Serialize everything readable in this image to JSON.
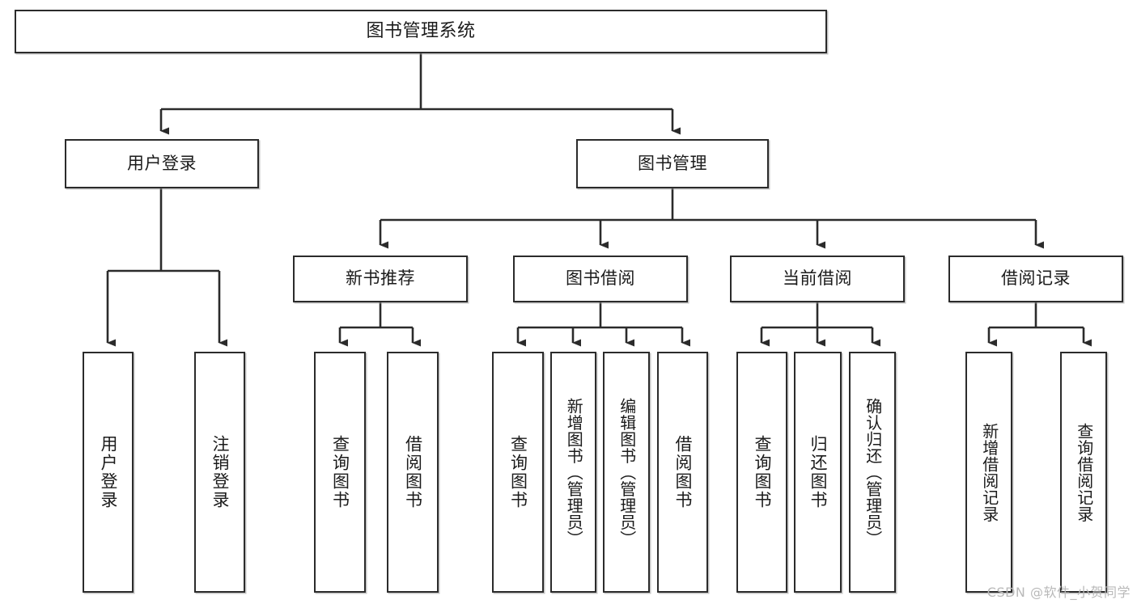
{
  "diagram": {
    "title": "图书管理系统",
    "type": "hierarchy-tree",
    "watermark": "CSDN @软件_小贺同学",
    "edge_color": "#2b2b2b",
    "box_border_color": "#2b2b2b",
    "box_fill_color": "#ffffff",
    "text_color": "#1b1b1b",
    "watermark_color": "#b9b9b9"
  },
  "nodes": {
    "root": {
      "label": "图书管理系统",
      "level": 1,
      "orientation": "horizontal"
    },
    "level2": [
      {
        "label": "用户登录",
        "orientation": "horizontal"
      },
      {
        "label": "图书管理",
        "orientation": "horizontal"
      }
    ],
    "level3": [
      {
        "label": "新书推荐",
        "orientation": "horizontal"
      },
      {
        "label": "图书借阅",
        "orientation": "horizontal"
      },
      {
        "label": "当前借阅",
        "orientation": "horizontal"
      },
      {
        "label": "借阅记录",
        "orientation": "horizontal"
      }
    ],
    "leaves": {
      "user_login": [
        {
          "label": "用户登录",
          "orientation": "vertical"
        },
        {
          "label": "注销登录",
          "orientation": "vertical"
        }
      ],
      "new_book_recommend": [
        {
          "label": "查询图书",
          "orientation": "vertical"
        },
        {
          "label": "借阅图书",
          "orientation": "vertical"
        }
      ],
      "book_borrow": [
        {
          "label": "查询图书",
          "orientation": "vertical"
        },
        {
          "label": "新增图书（管理员）",
          "orientation": "vertical"
        },
        {
          "label": "编辑图书（管理员）",
          "orientation": "vertical"
        },
        {
          "label": "借阅图书",
          "orientation": "vertical"
        }
      ],
      "current_borrow": [
        {
          "label": "查询图书",
          "orientation": "vertical"
        },
        {
          "label": "归还图书",
          "orientation": "vertical"
        },
        {
          "label": "确认归还（管理员）",
          "orientation": "vertical"
        }
      ],
      "borrow_record": [
        {
          "label": "新增借阅记录",
          "orientation": "vertical"
        },
        {
          "label": "查询借阅记录",
          "orientation": "vertical"
        }
      ]
    }
  }
}
